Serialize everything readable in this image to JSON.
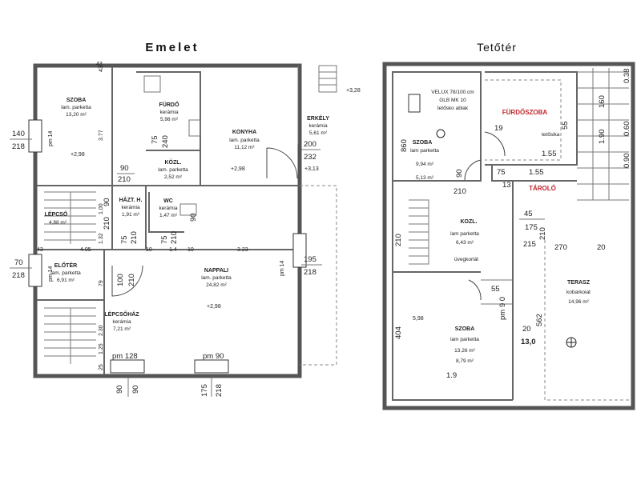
{
  "titles": {
    "left": "Emelet",
    "right": "Tetőtér"
  },
  "emelet": {
    "rooms": [
      {
        "name": "SZOBA",
        "floor": "lam. parketta",
        "area": "13,20 m²"
      },
      {
        "name": "FÜRDŐ",
        "floor": "kerámia",
        "area": "5,98 m²"
      },
      {
        "name": "KONYHA",
        "floor": "lam. parketta",
        "area": "11,12 m²"
      },
      {
        "name": "ERKÉLY",
        "floor": "kerámia",
        "area": "5,61 m²"
      },
      {
        "name": "KÖZL.",
        "floor": "lam. parketta",
        "area": "2,52 m²"
      },
      {
        "name": "HÁZT. H.",
        "floor": "kerámia",
        "area": "1,91 m²"
      },
      {
        "name": "WC",
        "floor": "kerámia",
        "area": "1,47 m²"
      },
      {
        "name": "LÉPCSŐ",
        "floor": "",
        "area": "4,88 m²"
      },
      {
        "name": "ELŐTÉR",
        "floor": "lam. parketta",
        "area": "6,91 m²"
      },
      {
        "name": "NAPPALI",
        "floor": "lam. parketta",
        "area": "24,82 m²"
      },
      {
        "name": "LÉPCSŐHÁZ",
        "floor": "kerámia",
        "area": "7,21 m²"
      }
    ],
    "levels": [
      "+2,98",
      "+2,98",
      "+3,13",
      "+3,28",
      "+2,98"
    ],
    "dims": {
      "d140": "140",
      "d218a": "218",
      "d70": "70",
      "d218b": "218",
      "pm14a": "pm 14",
      "pm14b": "pm 14",
      "pm14c": "pm 14",
      "d200": "200",
      "d232": "232",
      "d195": "195",
      "d218c": "218",
      "d90a": "90",
      "d210a": "210",
      "d75a": "75",
      "d240": "240",
      "d90b": "90",
      "d210b": "210",
      "d75b": "75",
      "d210c": "210",
      "d75c": "75",
      "d210d": "210",
      "d90c": "90",
      "d100": "100",
      "d210e": "210",
      "pm128": "pm 128",
      "pm90": "pm 90",
      "b90a": "90",
      "b90b": "90",
      "b175": "175",
      "b218": "218",
      "v43a": "43",
      "v377": "3.77",
      "v43b": "43",
      "v100": "1.00",
      "v132": "1.32",
      "v405": "4.05",
      "v079": "79",
      "v230": "2.30",
      "v125": "1.25",
      "v25": "25",
      "h10a": "10",
      "h10b": "10",
      "h14": "1.4",
      "h323": "3.23",
      "h43": "43"
    }
  },
  "teto": {
    "rooms": [
      {
        "name": "SZOBA",
        "floor": "lam parketta",
        "area": "9,94 m²",
        "area2": "5,13 m²"
      },
      {
        "name": "KOZL.",
        "floor": "lam parketta",
        "area": "6,43 m²"
      },
      {
        "name": "SZOBA",
        "floor": "lam parketta",
        "area": "13,26 m²",
        "area2": "8,79 m²"
      },
      {
        "name": "TERASZ",
        "floor": "kobarkoiat",
        "area": "14,96 m²"
      }
    ],
    "red_labels": {
      "furdo": "FÜRDŐSZOBA",
      "tarolo": "TÁROLÓ"
    },
    "notes": {
      "velux1": "VELUX 78/100 cm",
      "velux2": "GLB MK 10",
      "velux3": "tetősko ablak",
      "tetosika": "tetősika",
      "uveg": "üvegkorlát",
      "lvl": "5,98",
      "pm90": "pm 9 0"
    },
    "dims": {
      "d860": "860",
      "d90": "90",
      "d210a": "210",
      "d19": "19",
      "d55a": "55",
      "d155a": "1.55",
      "d75": "75",
      "d155b": "1.55",
      "d13": "13",
      "d45": "45",
      "d175": "175",
      "d215": "215",
      "d210b": "210",
      "d270": "270",
      "d20": "20",
      "d210c": "210",
      "d55b": "55",
      "d404": "404",
      "d562": "562",
      "d20b": "20",
      "d130": "13,0",
      "d19b": "1.9",
      "r038": "0.38",
      "r060": "0.60",
      "r090": "0.90",
      "r160": "160",
      "r190": "1.90"
    }
  }
}
